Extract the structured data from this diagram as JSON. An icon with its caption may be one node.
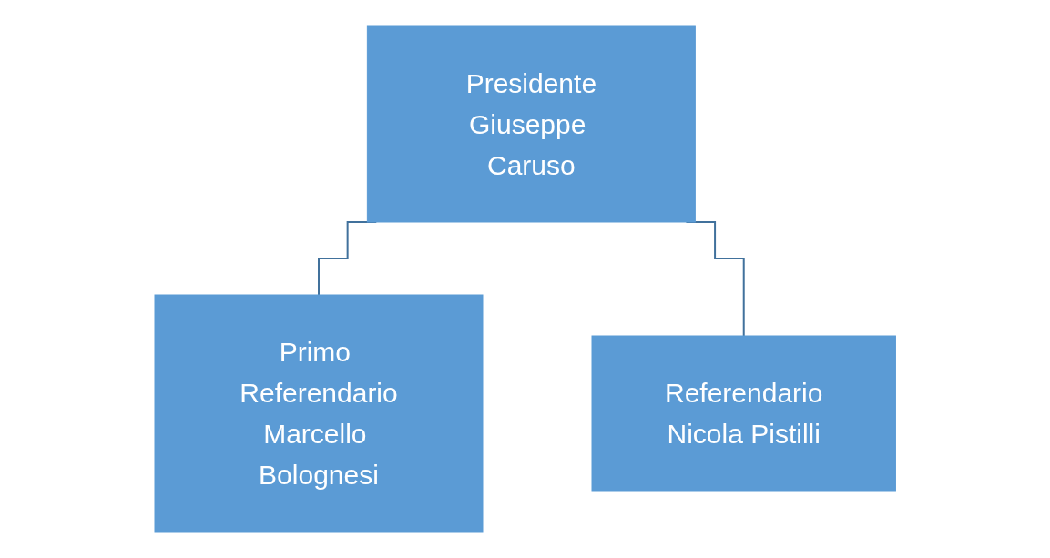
{
  "diagram": {
    "nodes": [
      {
        "text": [
          "Presidente",
          "Giuseppe Caruso"
        ]
      },
      {
        "text": [
          "Primo Referendario",
          "Marcello Bolognesi"
        ]
      },
      {
        "text": [
          "Referendario",
          "Nicola Pistilli"
        ]
      }
    ],
    "edges": [
      {
        "from": 0,
        "to": 1,
        "arrow": "none"
      },
      {
        "from": 0,
        "to": 2,
        "arrow": "none"
      }
    ]
  }
}
